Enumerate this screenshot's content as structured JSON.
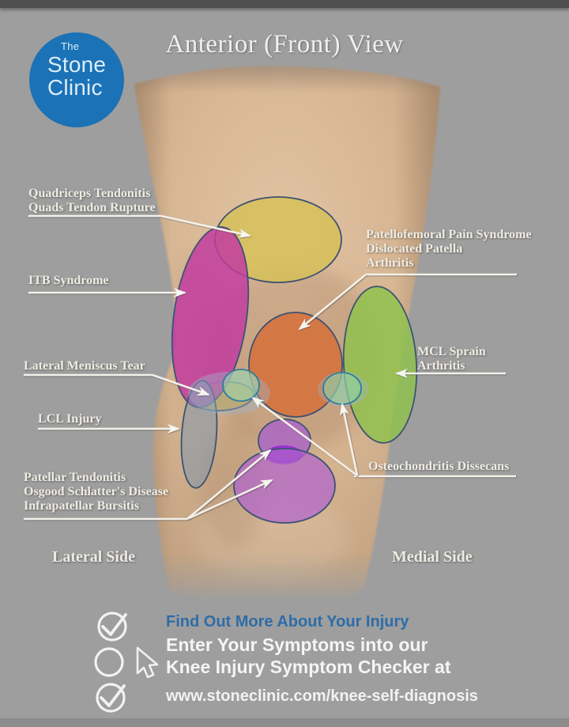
{
  "header": {
    "logo": {
      "the": "The",
      "stone": "Stone",
      "clinic": "Clinic"
    },
    "title": "Anterior (Front) View"
  },
  "labels": {
    "quadriceps": {
      "line1": "Quadriceps Tendonitis",
      "line2": "Quads Tendon Rupture"
    },
    "itb": {
      "line1": "ITB Syndrome"
    },
    "patellofemoral": {
      "line1": "Patellofemoral Pain Syndrome",
      "line2": "Dislocated Patella",
      "line3": "Arthritis"
    },
    "mcl": {
      "line1": "MCL Sprain",
      "line2": "Arthritis"
    },
    "lateral_meniscus": {
      "line1": "Lateral Meniscus Tear"
    },
    "lcl": {
      "line1": "LCL Injury"
    },
    "patellar": {
      "line1": "Patellar Tendonitis",
      "line2": "Osgood Schlatter's Disease",
      "line3": "Infrapatellar Bursitis"
    },
    "osteochondritis": {
      "line1": "Osteochondritis Dissecans"
    }
  },
  "sides": {
    "lateral": "Lateral Side",
    "medial": "Medial Side"
  },
  "footer": {
    "headline": "Find Out More About Your Injury",
    "line1": "Enter Your Symptoms into our",
    "line2": "Knee Injury Symptom Checker at",
    "url": "www.stoneclinic.com/knee-self-diagnosis"
  },
  "colors": {
    "background": "#9e9e9e",
    "logo_blue": "#1b72b6",
    "headline_blue": "#2e6da8",
    "label_text": "#efece4",
    "region_quadriceps_yellow": "#d6c157",
    "region_itb_magenta": "#c23aa0",
    "region_patellofemoral_orange": "#d5703c",
    "region_mcl_green": "#8fc24c",
    "region_lcl_bluegray": "#7793b0",
    "region_meniscus_teal": "#96d6a4",
    "region_meniscus_tan": "#cfa13a",
    "region_patellar_purple": "#a75cd0",
    "region_infrapatellar_purple": "#b264cc"
  }
}
